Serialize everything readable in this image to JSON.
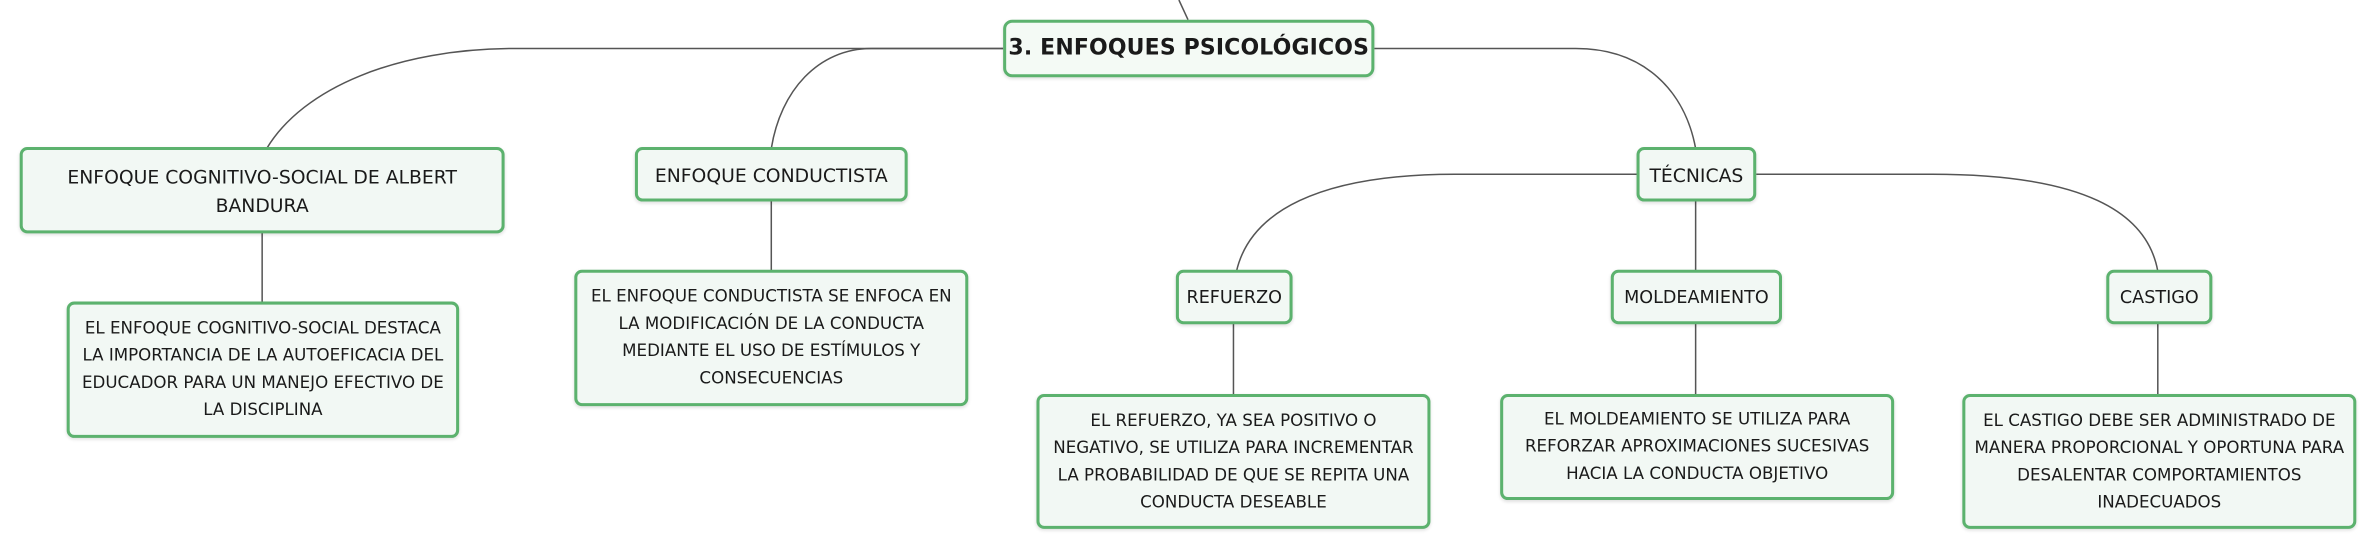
{
  "root": {
    "label": "3. ENFOQUES PSICOLÓGICOS"
  },
  "bandura": {
    "label": "ENFOQUE COGNITIVO-SOCIAL DE ALBERT BANDURA",
    "desc": "EL ENFOQUE COGNITIVO-SOCIAL DESTACA LA IMPORTANCIA DE LA AUTOEFICACIA DEL EDUCADOR PARA UN MANEJO EFECTIVO DE LA DISCIPLINA"
  },
  "conductista": {
    "label": "ENFOQUE CONDUCTISTA",
    "desc": "EL ENFOQUE CONDUCTISTA SE ENFOCA EN LA MODIFICACIÓN DE LA CONDUCTA MEDIANTE EL USO DE ESTÍMULOS Y CONSECUENCIAS"
  },
  "tecnicas": {
    "label": "TÉCNICAS",
    "refuerzo": {
      "label": "REFUERZO",
      "desc": "EL REFUERZO, YA SEA POSITIVO O NEGATIVO, SE UTILIZA PARA INCREMENTAR LA PROBABILIDAD DE QUE SE REPITA UNA CONDUCTA DESEABLE"
    },
    "moldeamiento": {
      "label": "MOLDEAMIENTO",
      "desc": "EL MOLDEAMIENTO SE UTILIZA PARA REFORZAR APROXIMACIONES SUCESIVAS HACIA LA CONDUCTA OBJETIVO"
    },
    "castigo": {
      "label": "CASTIGO",
      "desc": "EL CASTIGO DEBE SER ADMINISTRADO DE MANERA PROPORCIONAL Y OPORTUNA PARA DESALENTAR COMPORTAMIENTOS INADECUADOS"
    }
  }
}
